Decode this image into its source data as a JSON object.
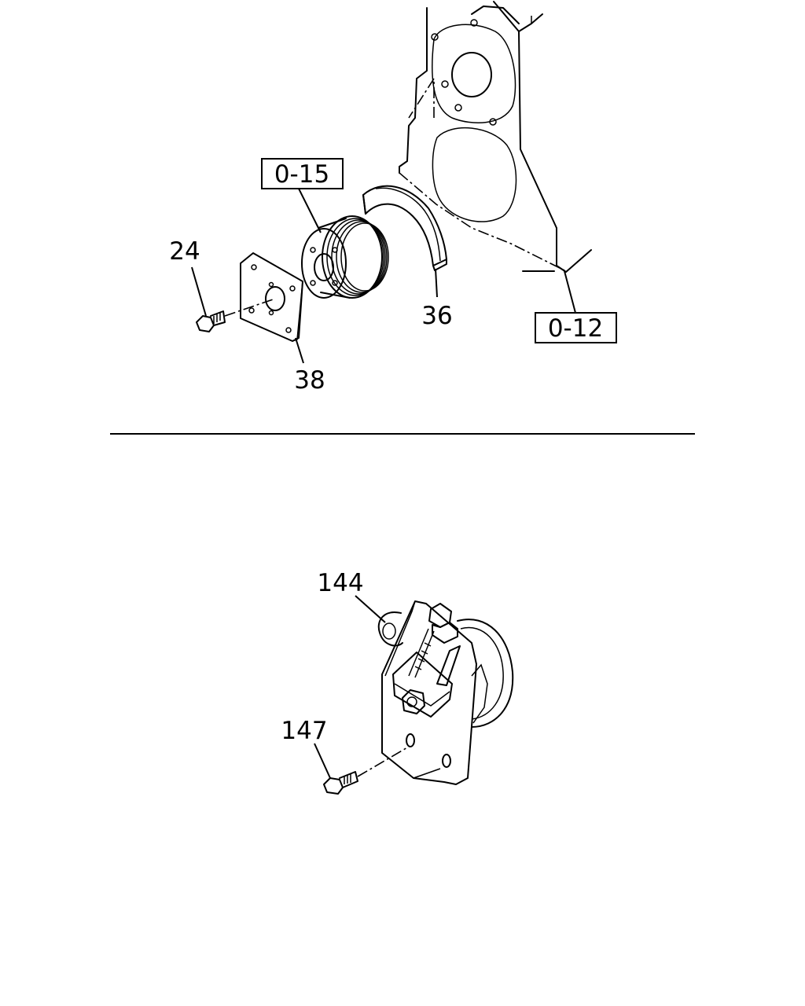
{
  "labels": {
    "ref_top": "0-15",
    "ref_right": "0-12",
    "part_24": "24",
    "part_36": "36",
    "part_38": "38",
    "part_144": "144",
    "part_147": "147"
  }
}
